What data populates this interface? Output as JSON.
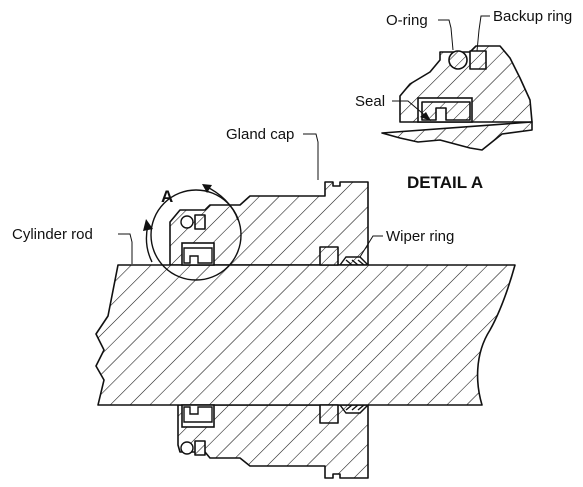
{
  "labels": {
    "o_ring": "O-ring",
    "backup_ring": "Backup ring",
    "seal": "Seal",
    "detail_a": "DETAIL A",
    "gland_cap": "Gland cap",
    "a_marker": "A",
    "cylinder_rod": "Cylinder rod",
    "wiper_ring": "Wiper ring"
  },
  "colors": {
    "line": "#111111",
    "background": "#ffffff"
  }
}
